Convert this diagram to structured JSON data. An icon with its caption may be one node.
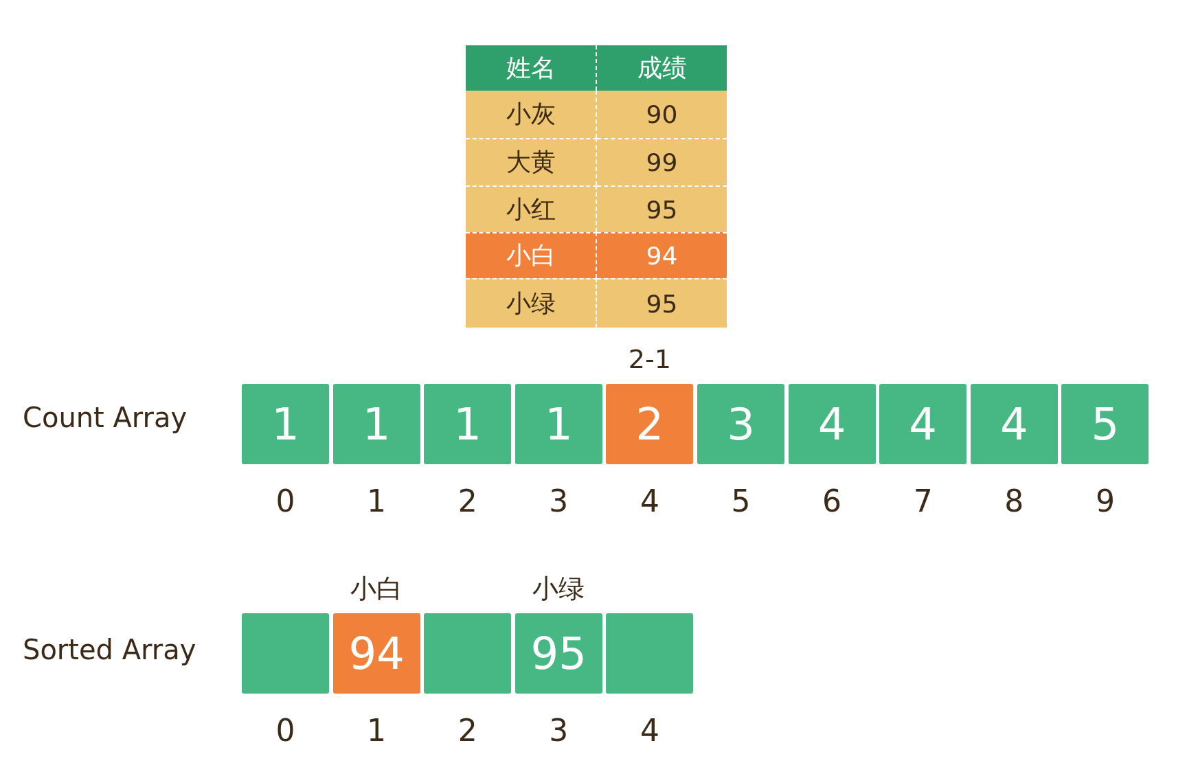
{
  "diagram": {
    "nodes": [
      {
        "text": [
          "1"
        ],
        "beside": [
          "0"
        ]
      },
      {
        "text": [
          "1"
        ],
        "beside": [
          "1"
        ]
      },
      {
        "text": [
          "1"
        ],
        "beside": [
          "2"
        ]
      },
      {
        "text": [
          "1"
        ],
        "beside": [
          "3"
        ]
      },
      {
        "text": [
          "2"
        ],
        "beside": [
          "2-1",
          "4"
        ]
      },
      {
        "text": [
          "3"
        ],
        "beside": [
          "5"
        ]
      },
      {
        "text": [
          "4"
        ],
        "beside": [
          "6"
        ]
      },
      {
        "text": [
          "4"
        ],
        "beside": [
          "7"
        ]
      },
      {
        "text": [
          "4"
        ],
        "beside": [
          "8"
        ]
      },
      {
        "text": [
          "5"
        ],
        "beside": [
          "9"
        ]
      },
      {
        "text": [],
        "shape": "box",
        "beside": [
          "0"
        ]
      },
      {
        "text": [
          "94"
        ],
        "beside": [
          "小白",
          "1"
        ]
      },
      {
        "text": [],
        "shape": "box",
        "beside": [
          "2"
        ]
      },
      {
        "text": [
          "95"
        ],
        "beside": [
          "小绿",
          "3"
        ]
      },
      {
        "text": [],
        "shape": "box",
        "beside": [
          "4"
        ]
      }
    ],
    "labels": [
      "姓名",
      "成绩",
      "小灰",
      "90",
      "大黄",
      "99",
      "小红",
      "95",
      "小白",
      "94",
      "小绿",
      "95",
      "Count Array",
      "Sorted Array"
    ]
  }
}
